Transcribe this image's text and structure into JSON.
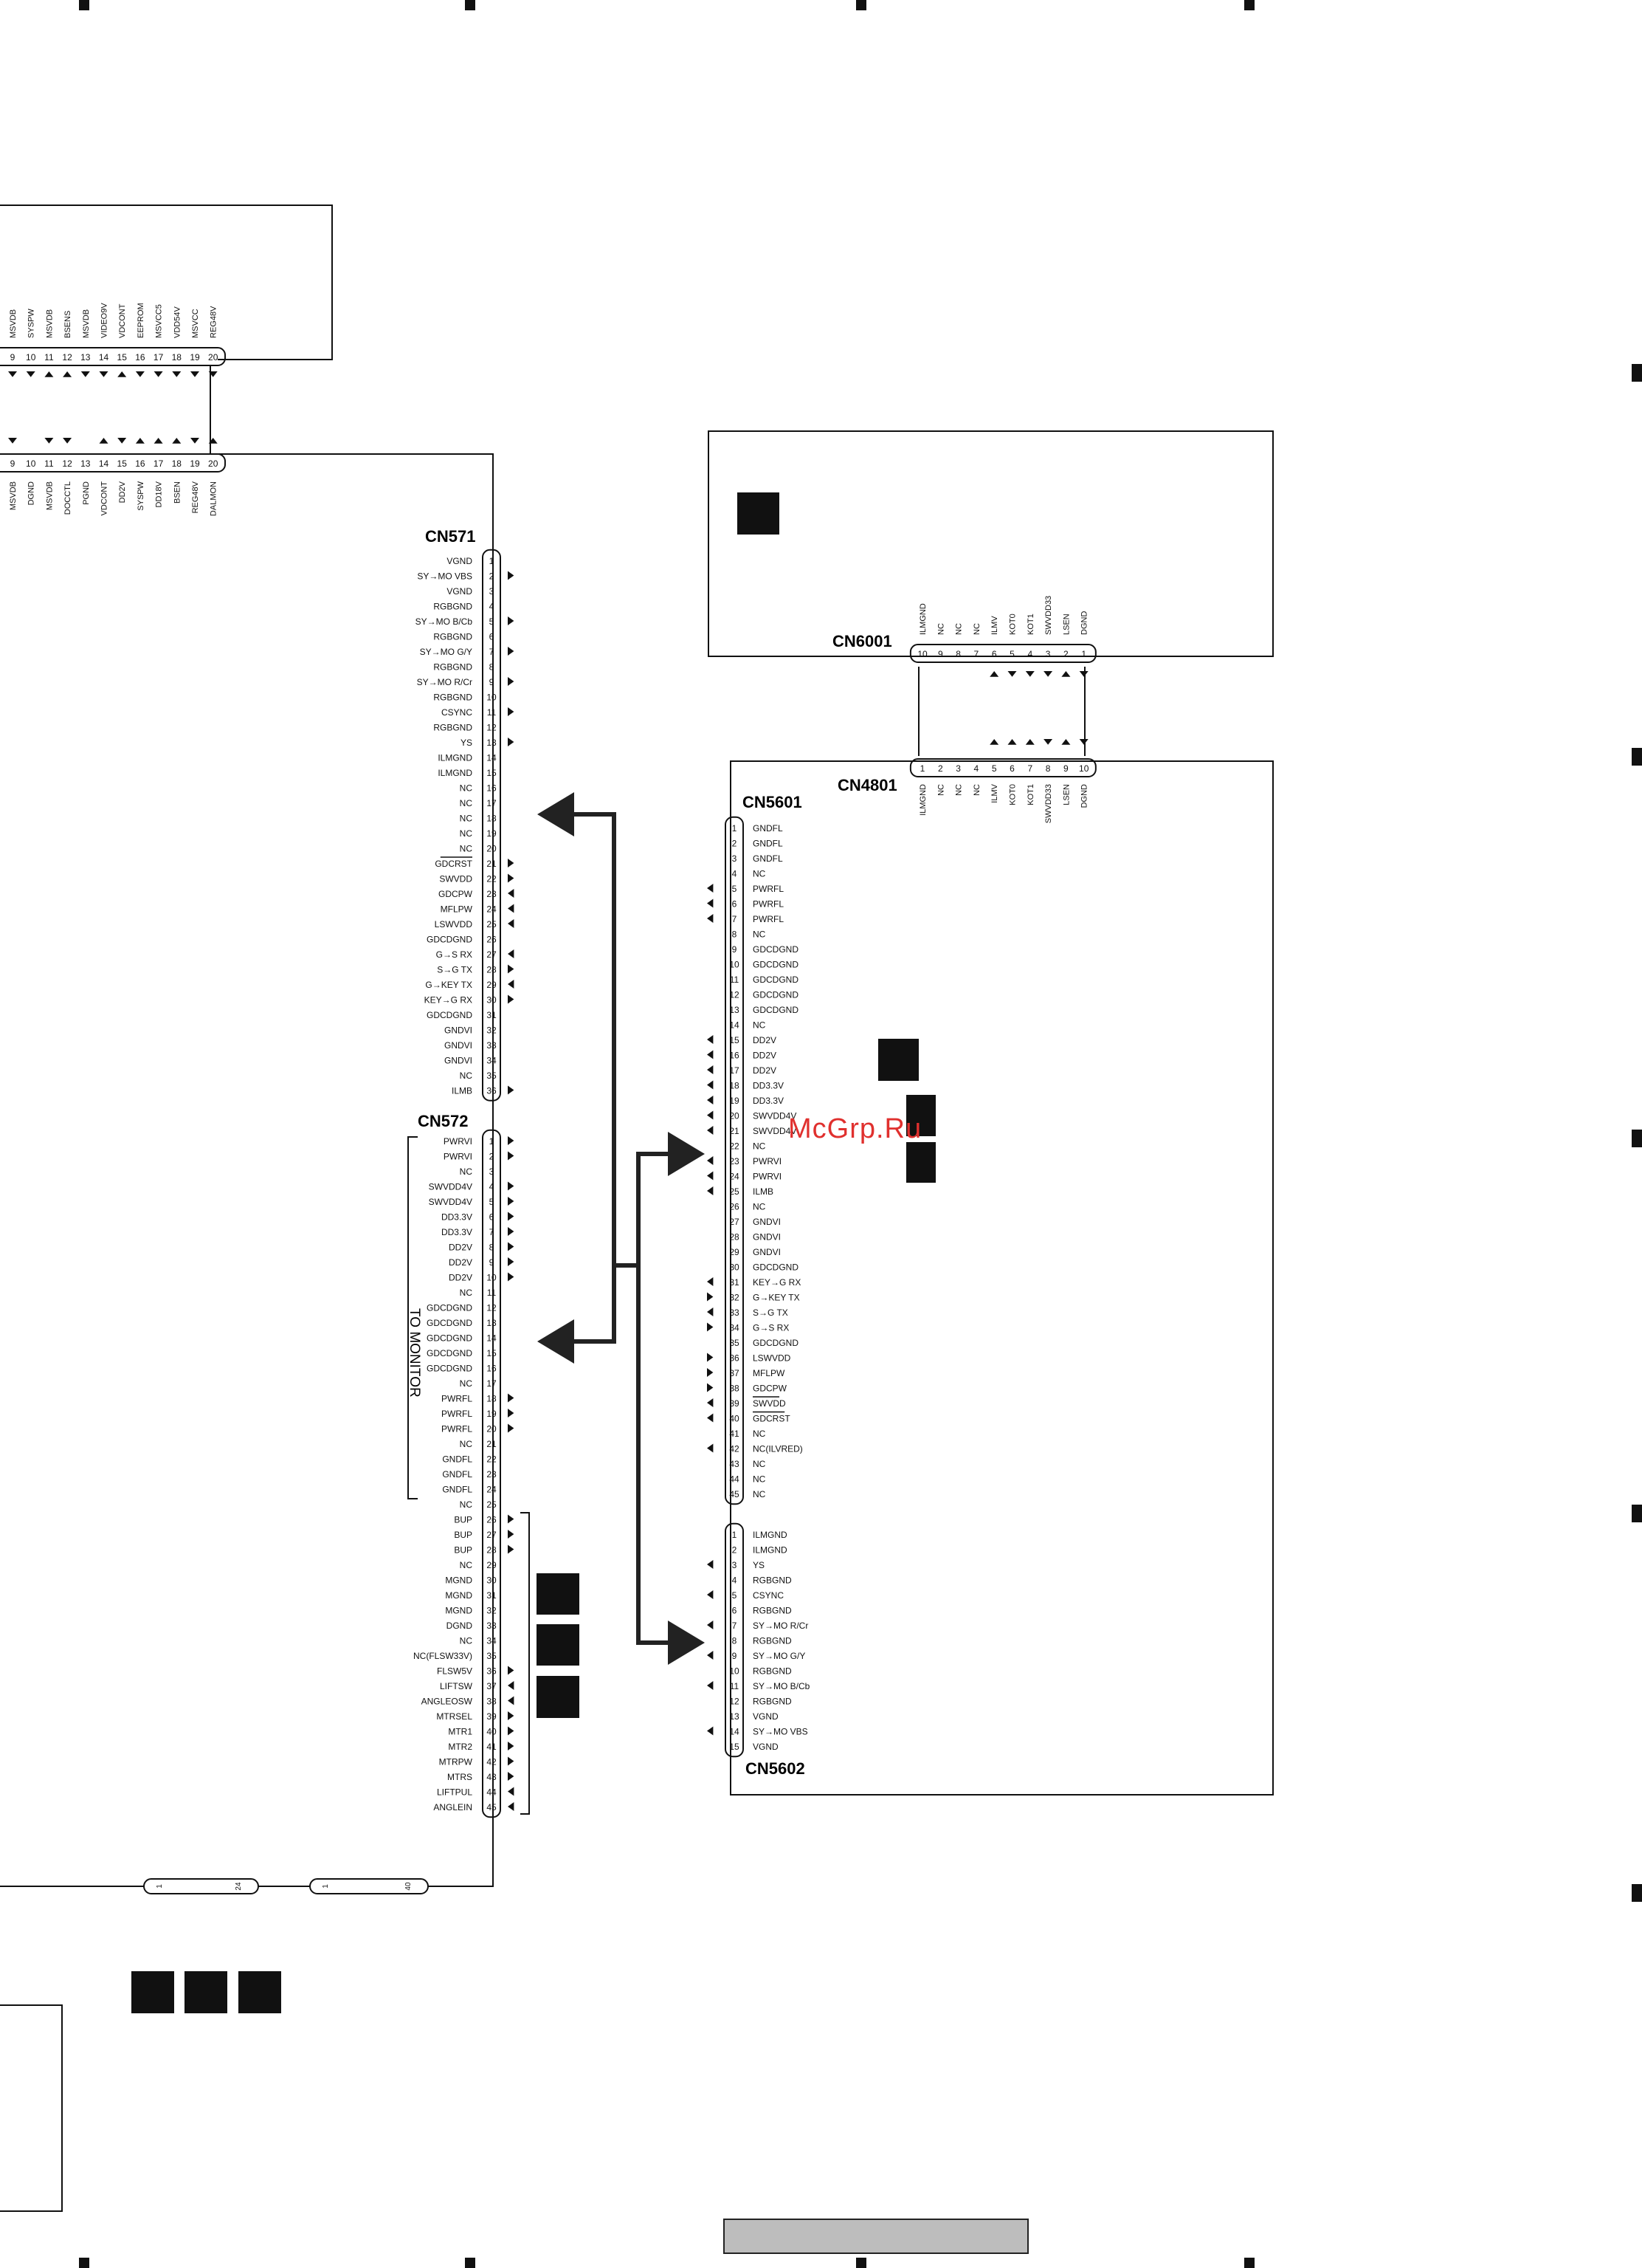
{
  "connectors": {
    "cn571": {
      "name": "CN571",
      "pins": [
        {
          "n": "1",
          "label": "VGND",
          "dir": ""
        },
        {
          "n": "2",
          "label": "SY→MO VBS",
          "dir": "out"
        },
        {
          "n": "3",
          "label": "VGND",
          "dir": ""
        },
        {
          "n": "4",
          "label": "RGBGND",
          "dir": ""
        },
        {
          "n": "5",
          "label": "SY→MO B/Cb",
          "dir": "out"
        },
        {
          "n": "6",
          "label": "RGBGND",
          "dir": ""
        },
        {
          "n": "7",
          "label": "SY→MO G/Y",
          "dir": "out"
        },
        {
          "n": "8",
          "label": "RGBGND",
          "dir": ""
        },
        {
          "n": "9",
          "label": "SY→MO R/Cr",
          "dir": "out"
        },
        {
          "n": "10",
          "label": "RGBGND",
          "dir": ""
        },
        {
          "n": "11",
          "label": "CSYNC",
          "dir": "out"
        },
        {
          "n": "12",
          "label": "RGBGND",
          "dir": ""
        },
        {
          "n": "13",
          "label": "YS",
          "dir": "out"
        },
        {
          "n": "14",
          "label": "ILMGND",
          "dir": ""
        },
        {
          "n": "15",
          "label": "ILMGND",
          "dir": ""
        },
        {
          "n": "16",
          "label": "NC",
          "dir": ""
        },
        {
          "n": "17",
          "label": "NC",
          "dir": ""
        },
        {
          "n": "18",
          "label": "NC",
          "dir": ""
        },
        {
          "n": "19",
          "label": "NC",
          "dir": ""
        },
        {
          "n": "20",
          "label": "NC",
          "dir": ""
        },
        {
          "n": "21",
          "label": "GDCRST",
          "dir": "out",
          "over": true
        },
        {
          "n": "22",
          "label": "SWVDD",
          "dir": "out"
        },
        {
          "n": "23",
          "label": "GDCPW",
          "dir": "in"
        },
        {
          "n": "24",
          "label": "MFLPW",
          "dir": "in"
        },
        {
          "n": "25",
          "label": "LSWVDD",
          "dir": "in"
        },
        {
          "n": "26",
          "label": "GDCDGND",
          "dir": ""
        },
        {
          "n": "27",
          "label": "G→S RX",
          "dir": "in"
        },
        {
          "n": "28",
          "label": "S→G TX",
          "dir": "out"
        },
        {
          "n": "29",
          "label": "G→KEY TX",
          "dir": "in"
        },
        {
          "n": "30",
          "label": "KEY→G RX",
          "dir": "out"
        },
        {
          "n": "31",
          "label": "GDCDGND",
          "dir": ""
        },
        {
          "n": "32",
          "label": "GNDVI",
          "dir": ""
        },
        {
          "n": "33",
          "label": "GNDVI",
          "dir": ""
        },
        {
          "n": "34",
          "label": "GNDVI",
          "dir": ""
        },
        {
          "n": "35",
          "label": "NC",
          "dir": ""
        },
        {
          "n": "36",
          "label": "ILMB",
          "dir": "out"
        }
      ]
    },
    "cn572": {
      "name": "CN572",
      "side_label": "TO MONITOR",
      "pins": [
        {
          "n": "1",
          "label": "PWRVI",
          "dir": "out"
        },
        {
          "n": "2",
          "label": "PWRVI",
          "dir": "out"
        },
        {
          "n": "3",
          "label": "NC",
          "dir": ""
        },
        {
          "n": "4",
          "label": "SWVDD4V",
          "dir": "out"
        },
        {
          "n": "5",
          "label": "SWVDD4V",
          "dir": "out"
        },
        {
          "n": "6",
          "label": "DD3.3V",
          "dir": "out"
        },
        {
          "n": "7",
          "label": "DD3.3V",
          "dir": "out"
        },
        {
          "n": "8",
          "label": "DD2V",
          "dir": "out"
        },
        {
          "n": "9",
          "label": "DD2V",
          "dir": "out"
        },
        {
          "n": "10",
          "label": "DD2V",
          "dir": "out"
        },
        {
          "n": "11",
          "label": "NC",
          "dir": ""
        },
        {
          "n": "12",
          "label": "GDCDGND",
          "dir": ""
        },
        {
          "n": "13",
          "label": "GDCDGND",
          "dir": ""
        },
        {
          "n": "14",
          "label": "GDCDGND",
          "dir": ""
        },
        {
          "n": "15",
          "label": "GDCDGND",
          "dir": ""
        },
        {
          "n": "16",
          "label": "GDCDGND",
          "dir": ""
        },
        {
          "n": "17",
          "label": "NC",
          "dir": ""
        },
        {
          "n": "18",
          "label": "PWRFL",
          "dir": "out"
        },
        {
          "n": "19",
          "label": "PWRFL",
          "dir": "out"
        },
        {
          "n": "20",
          "label": "PWRFL",
          "dir": "out"
        },
        {
          "n": "21",
          "label": "NC",
          "dir": ""
        },
        {
          "n": "22",
          "label": "GNDFL",
          "dir": ""
        },
        {
          "n": "23",
          "label": "GNDFL",
          "dir": ""
        },
        {
          "n": "24",
          "label": "GNDFL",
          "dir": ""
        },
        {
          "n": "25",
          "label": "NC",
          "dir": ""
        },
        {
          "n": "26",
          "label": "BUP",
          "dir": "out"
        },
        {
          "n": "27",
          "label": "BUP",
          "dir": "out"
        },
        {
          "n": "28",
          "label": "BUP",
          "dir": "out"
        },
        {
          "n": "29",
          "label": "NC",
          "dir": ""
        },
        {
          "n": "30",
          "label": "MGND",
          "dir": ""
        },
        {
          "n": "31",
          "label": "MGND",
          "dir": ""
        },
        {
          "n": "32",
          "label": "MGND",
          "dir": ""
        },
        {
          "n": "33",
          "label": "DGND",
          "dir": ""
        },
        {
          "n": "34",
          "label": "NC",
          "dir": ""
        },
        {
          "n": "35",
          "label": "NC(FLSW33V)",
          "dir": ""
        },
        {
          "n": "36",
          "label": "FLSW5V",
          "dir": "out"
        },
        {
          "n": "37",
          "label": "LIFTSW",
          "dir": "in"
        },
        {
          "n": "38",
          "label": "ANGLEOSW",
          "dir": "in"
        },
        {
          "n": "39",
          "label": "MTRSEL",
          "dir": "out"
        },
        {
          "n": "40",
          "label": "MTR1",
          "dir": "out"
        },
        {
          "n": "41",
          "label": "MTR2",
          "dir": "out"
        },
        {
          "n": "42",
          "label": "MTRPW",
          "dir": "out"
        },
        {
          "n": "43",
          "label": "MTRS",
          "dir": "out"
        },
        {
          "n": "44",
          "label": "LIFTPUL",
          "dir": "in"
        },
        {
          "n": "45",
          "label": "ANGLEIN",
          "dir": "in"
        }
      ]
    },
    "cn5601": {
      "name": "CN5601",
      "pins": [
        {
          "n": "1",
          "label": "GNDFL",
          "dir": ""
        },
        {
          "n": "2",
          "label": "GNDFL",
          "dir": ""
        },
        {
          "n": "3",
          "label": "GNDFL",
          "dir": ""
        },
        {
          "n": "4",
          "label": "NC",
          "dir": ""
        },
        {
          "n": "5",
          "label": "PWRFL",
          "dir": "in"
        },
        {
          "n": "6",
          "label": "PWRFL",
          "dir": "in"
        },
        {
          "n": "7",
          "label": "PWRFL",
          "dir": "in"
        },
        {
          "n": "8",
          "label": "NC",
          "dir": ""
        },
        {
          "n": "9",
          "label": "GDCDGND",
          "dir": ""
        },
        {
          "n": "10",
          "label": "GDCDGND",
          "dir": ""
        },
        {
          "n": "11",
          "label": "GDCDGND",
          "dir": ""
        },
        {
          "n": "12",
          "label": "GDCDGND",
          "dir": ""
        },
        {
          "n": "13",
          "label": "GDCDGND",
          "dir": ""
        },
        {
          "n": "14",
          "label": "NC",
          "dir": ""
        },
        {
          "n": "15",
          "label": "DD2V",
          "dir": "in"
        },
        {
          "n": "16",
          "label": "DD2V",
          "dir": "in"
        },
        {
          "n": "17",
          "label": "DD2V",
          "dir": "in"
        },
        {
          "n": "18",
          "label": "DD3.3V",
          "dir": "in"
        },
        {
          "n": "19",
          "label": "DD3.3V",
          "dir": "in"
        },
        {
          "n": "20",
          "label": "SWVDD4V",
          "dir": "in"
        },
        {
          "n": "21",
          "label": "SWVDD4V",
          "dir": "in"
        },
        {
          "n": "22",
          "label": "NC",
          "dir": ""
        },
        {
          "n": "23",
          "label": "PWRVI",
          "dir": "in"
        },
        {
          "n": "24",
          "label": "PWRVI",
          "dir": "in"
        },
        {
          "n": "25",
          "label": "ILMB",
          "dir": "in"
        },
        {
          "n": "26",
          "label": "NC",
          "dir": ""
        },
        {
          "n": "27",
          "label": "GNDVI",
          "dir": ""
        },
        {
          "n": "28",
          "label": "GNDVI",
          "dir": ""
        },
        {
          "n": "29",
          "label": "GNDVI",
          "dir": ""
        },
        {
          "n": "30",
          "label": "GDCDGND",
          "dir": ""
        },
        {
          "n": "31",
          "label": "KEY→G RX",
          "dir": "in"
        },
        {
          "n": "32",
          "label": "G→KEY TX",
          "dir": "out"
        },
        {
          "n": "33",
          "label": "S→G TX",
          "dir": "in"
        },
        {
          "n": "34",
          "label": "G→S RX",
          "dir": "out"
        },
        {
          "n": "35",
          "label": "GDCDGND",
          "dir": ""
        },
        {
          "n": "36",
          "label": "LSWVDD",
          "dir": "out"
        },
        {
          "n": "37",
          "label": "MFLPW",
          "dir": "out"
        },
        {
          "n": "38",
          "label": "GDCPW",
          "dir": "out"
        },
        {
          "n": "39",
          "label": "SWVDD",
          "dir": "in",
          "over": true
        },
        {
          "n": "40",
          "label": "GDCRST",
          "dir": "in",
          "over": true
        },
        {
          "n": "41",
          "label": "NC",
          "dir": ""
        },
        {
          "n": "42",
          "label": "NC(ILVRED)",
          "dir": "in"
        },
        {
          "n": "43",
          "label": "NC",
          "dir": ""
        },
        {
          "n": "44",
          "label": "NC",
          "dir": ""
        },
        {
          "n": "45",
          "label": "NC",
          "dir": ""
        }
      ]
    },
    "cn5602": {
      "name": "CN5602",
      "pins": [
        {
          "n": "1",
          "label": "ILMGND",
          "dir": ""
        },
        {
          "n": "2",
          "label": "ILMGND",
          "dir": ""
        },
        {
          "n": "3",
          "label": "YS",
          "dir": "in"
        },
        {
          "n": "4",
          "label": "RGBGND",
          "dir": ""
        },
        {
          "n": "5",
          "label": "CSYNC",
          "dir": "in"
        },
        {
          "n": "6",
          "label": "RGBGND",
          "dir": ""
        },
        {
          "n": "7",
          "label": "SY→MO R/Cr",
          "dir": "in"
        },
        {
          "n": "8",
          "label": "RGBGND",
          "dir": ""
        },
        {
          "n": "9",
          "label": "SY→MO G/Y",
          "dir": "in"
        },
        {
          "n": "10",
          "label": "RGBGND",
          "dir": ""
        },
        {
          "n": "11",
          "label": "SY→MO B/Cb",
          "dir": "in"
        },
        {
          "n": "12",
          "label": "RGBGND",
          "dir": ""
        },
        {
          "n": "13",
          "label": "VGND",
          "dir": ""
        },
        {
          "n": "14",
          "label": "SY→MO VBS",
          "dir": "in"
        },
        {
          "n": "15",
          "label": "VGND",
          "dir": ""
        }
      ]
    },
    "cn6001": {
      "name": "CN6001",
      "pins": [
        {
          "n": "10",
          "label": "ILMGND",
          "dir": ""
        },
        {
          "n": "9",
          "label": "NC",
          "dir": ""
        },
        {
          "n": "8",
          "label": "NC",
          "dir": ""
        },
        {
          "n": "7",
          "label": "NC",
          "dir": ""
        },
        {
          "n": "6",
          "label": "ILMV",
          "dir": "up"
        },
        {
          "n": "5",
          "label": "KOT0",
          "dir": "down"
        },
        {
          "n": "4",
          "label": "KOT1",
          "dir": "down"
        },
        {
          "n": "3",
          "label": "SWVDD33",
          "dir": "down"
        },
        {
          "n": "2",
          "label": "LSEN",
          "dir": "up"
        },
        {
          "n": "1",
          "label": "DGND",
          "dir": "down"
        }
      ]
    },
    "cn4801": {
      "name": "CN4801",
      "pins": [
        {
          "n": "1",
          "label": "ILMGND",
          "dir": ""
        },
        {
          "n": "2",
          "label": "NC",
          "dir": ""
        },
        {
          "n": "3",
          "label": "NC",
          "dir": ""
        },
        {
          "n": "4",
          "label": "NC",
          "dir": ""
        },
        {
          "n": "5",
          "label": "ILMV",
          "dir": "up"
        },
        {
          "n": "6",
          "label": "KOT0",
          "dir": "up"
        },
        {
          "n": "7",
          "label": "KOT1",
          "dir": "up"
        },
        {
          "n": "8",
          "label": "SWVDD33",
          "dir": "down"
        },
        {
          "n": "9",
          "label": "LSEN",
          "dir": "up"
        },
        {
          "n": "10",
          "label": "DGND",
          "dir": "down"
        }
      ]
    },
    "top_upper": {
      "pins": [
        "9",
        "10",
        "11",
        "12",
        "13",
        "14",
        "15",
        "16",
        "17",
        "18",
        "19",
        "20"
      ],
      "labels": [
        "MSVDB",
        "SYSPW",
        "MSVDB",
        "BSENS",
        "MSVDB",
        "VIDEO9V",
        "VDCONT",
        "EEPROM",
        "MSVCC5",
        "VDD54V",
        "MSVCC",
        "REG48V"
      ],
      "dirs": [
        "down",
        "down",
        "up",
        "up",
        "down",
        "down",
        "up",
        "down",
        "down",
        "down",
        "down",
        "down"
      ]
    },
    "top_lower": {
      "pins": [
        "9",
        "10",
        "11",
        "12",
        "13",
        "14",
        "15",
        "16",
        "17",
        "18",
        "19",
        "20"
      ],
      "labels": [
        "MSVDB",
        "DGND",
        "MSVDB",
        "DOCCTL",
        "PGND",
        "VDCONT",
        "DD2V",
        "SYSPW",
        "DD18V",
        "BSEN",
        "REG48V",
        "DALMON"
      ],
      "dirs": [
        "down",
        "",
        "down",
        "down",
        "",
        "up",
        "down",
        "up",
        "up",
        "up",
        "down",
        "up"
      ]
    },
    "bottom_pins": [
      {
        "a": "1",
        "b": "24"
      },
      {
        "a": "1",
        "b": "40"
      }
    ]
  },
  "watermark": "McGrp.Ru"
}
